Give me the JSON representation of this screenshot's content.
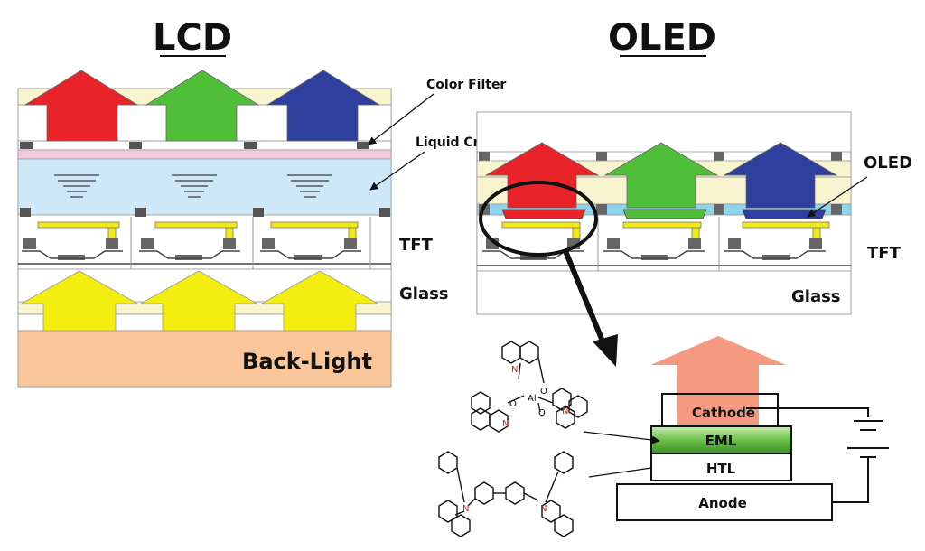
{
  "lcd": {
    "title": "LCD",
    "labels": {
      "color_filter": "Color Filter",
      "liquid_crystal": "Liquid Crystal",
      "tft": "TFT",
      "glass": "Glass",
      "backlight": "Back-Light"
    },
    "arrow_colors": [
      "#e8232a",
      "#4fbf3a",
      "#2e3f9e"
    ],
    "backlight_arrow_color": "#f3ee10",
    "backlight_color": "#f8c69a",
    "lc_color": "#cfe8f7"
  },
  "oled": {
    "title": "OLED",
    "labels": {
      "oled": "OLED",
      "tft": "TFT",
      "glass": "Glass"
    },
    "arrow_colors": [
      "#e8232a",
      "#4fbf3a",
      "#2e3f9e"
    ]
  },
  "stack": {
    "layers": {
      "cathode": "Cathode",
      "eml": "EML",
      "htl": "HTL",
      "anode": "Anode"
    },
    "emission_color": "#f39a80",
    "eml_color": "#7cc85a"
  },
  "molecule": {
    "nitrogen": "N",
    "oxygen": "O",
    "aluminium": "Al"
  }
}
